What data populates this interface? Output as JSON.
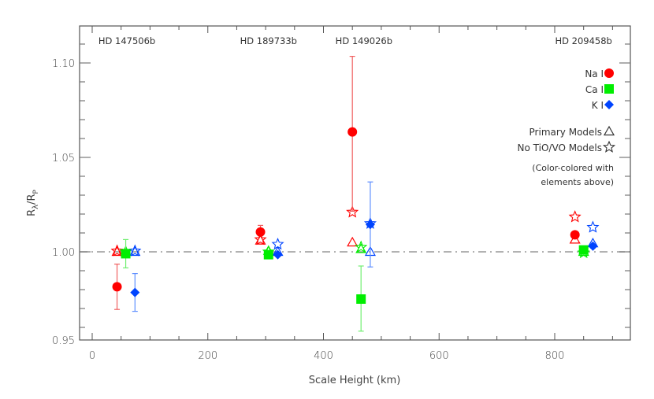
{
  "chart_data": {
    "type": "scatter",
    "title": "",
    "xlabel": "Scale Height (km)",
    "ylabel": "R_λ/R_P",
    "xlim": [
      -30,
      955
    ],
    "ylim": [
      0.95,
      1.12
    ],
    "x_ticks": [
      0,
      200,
      400,
      600,
      800
    ],
    "x_tick_labels": [
      "0",
      "200",
      "400",
      "600",
      "800"
    ],
    "y_ticks": [
      0.95,
      1.0,
      1.05,
      1.1
    ],
    "y_tick_labels": [
      "0.95",
      "1.00",
      "1.05",
      "1.10"
    ],
    "reference_line": {
      "y": 1.0,
      "style": "dash-dot",
      "color": "#999999"
    },
    "grid": false,
    "planets": [
      {
        "name": "HD 147506b",
        "x_label": 60
      },
      {
        "name": "HD 189733b",
        "x_label": 305
      },
      {
        "name": "HD 149026b",
        "x_label": 470
      },
      {
        "name": "HD 209458b",
        "x_label": 850
      }
    ],
    "series": [
      {
        "name": "Na I",
        "marker": "circle",
        "color": "#ff0000",
        "points": [
          {
            "planet": "HD 147506b",
            "x": 43,
            "y": 0.9815,
            "yerr_low": 0.9695,
            "yerr_high": 0.9935
          },
          {
            "planet": "HD 189733b",
            "x": 291,
            "y": 1.0105,
            "yerr_low": 1.0085,
            "yerr_high": 1.014
          },
          {
            "planet": "HD 149026b",
            "x": 450,
            "y": 1.0635,
            "yerr_low": 1.0215,
            "yerr_high": 1.1035
          },
          {
            "planet": "HD 209458b",
            "x": 835,
            "y": 1.009,
            "yerr_low": 1.0075,
            "yerr_high": 1.0105
          }
        ]
      },
      {
        "name": "Ca I",
        "marker": "square",
        "color": "#00ee00",
        "points": [
          {
            "planet": "HD 147506b",
            "x": 58,
            "y": 0.999,
            "yerr_low": 0.9915,
            "yerr_high": 1.0065
          },
          {
            "planet": "HD 189733b",
            "x": 305,
            "y": 0.9985,
            "yerr_low": 0.9975,
            "yerr_high": 0.9995
          },
          {
            "planet": "HD 149026b",
            "x": 465,
            "y": 0.975,
            "yerr_low": 0.958,
            "yerr_high": 0.9925
          },
          {
            "planet": "HD 209458b",
            "x": 850,
            "y": 1.001,
            "yerr_low": 0.9995,
            "yerr_high": 1.0025
          }
        ]
      },
      {
        "name": "K I",
        "marker": "diamond",
        "color": "#0044ff",
        "points": [
          {
            "planet": "HD 147506b",
            "x": 74,
            "y": 0.9785,
            "yerr_low": 0.9685,
            "yerr_high": 0.9885
          },
          {
            "planet": "HD 189733b",
            "x": 321,
            "y": 0.9985,
            "yerr_low": 0.998,
            "yerr_high": 0.999
          },
          {
            "planet": "HD 149026b",
            "x": 481,
            "y": 1.0145,
            "yerr_low": 0.992,
            "yerr_high": 1.037
          },
          {
            "planet": "HD 209458b",
            "x": 866,
            "y": 1.003,
            "yerr_low": 1.002,
            "yerr_high": 1.004
          }
        ]
      }
    ],
    "model_series": [
      {
        "name": "Primary Models",
        "marker": "open-triangle",
        "points": [
          {
            "element": "Na I",
            "x": 43,
            "y": 1.0,
            "color": "#ff0000"
          },
          {
            "element": "Ca I",
            "x": 58,
            "y": 1.0,
            "color": "#00ee00"
          },
          {
            "element": "K I",
            "x": 74,
            "y": 1.0,
            "color": "#0044ff"
          },
          {
            "element": "Na I",
            "x": 291,
            "y": 1.006,
            "color": "#ff0000"
          },
          {
            "element": "Ca I",
            "x": 305,
            "y": 1.0005,
            "color": "#00ee00"
          },
          {
            "element": "K I",
            "x": 321,
            "y": 1.0,
            "color": "#0044ff"
          },
          {
            "element": "Na I",
            "x": 450,
            "y": 1.005,
            "color": "#ff0000"
          },
          {
            "element": "Ca I",
            "x": 465,
            "y": 1.0015,
            "color": "#00ee00"
          },
          {
            "element": "K I",
            "x": 481,
            "y": 1.0,
            "color": "#0044ff"
          },
          {
            "element": "Na I",
            "x": 835,
            "y": 1.0065,
            "color": "#ff0000"
          },
          {
            "element": "Ca I",
            "x": 850,
            "y": 1.0,
            "color": "#00ee00"
          },
          {
            "element": "K I",
            "x": 866,
            "y": 1.0045,
            "color": "#0044ff"
          }
        ]
      },
      {
        "name": "No TiO/VO Models",
        "marker": "open-star",
        "points": [
          {
            "element": "Na I",
            "x": 43,
            "y": 1.0005,
            "color": "#ff0000"
          },
          {
            "element": "Ca I",
            "x": 58,
            "y": 1.0,
            "color": "#00ee00"
          },
          {
            "element": "K I",
            "x": 74,
            "y": 1.0005,
            "color": "#0044ff"
          },
          {
            "element": "Na I",
            "x": 291,
            "y": 1.0065,
            "color": "#ff0000"
          },
          {
            "element": "Ca I",
            "x": 305,
            "y": 1.0,
            "color": "#00ee00"
          },
          {
            "element": "K I",
            "x": 321,
            "y": 1.004,
            "color": "#0044ff"
          },
          {
            "element": "Na I",
            "x": 450,
            "y": 1.021,
            "color": "#ff0000"
          },
          {
            "element": "Ca I",
            "x": 465,
            "y": 1.0025,
            "color": "#00ee00"
          },
          {
            "element": "K I",
            "x": 481,
            "y": 1.015,
            "color": "#0044ff"
          },
          {
            "element": "Na I",
            "x": 835,
            "y": 1.0185,
            "color": "#ff0000"
          },
          {
            "element": "Ca I",
            "x": 850,
            "y": 0.9995,
            "color": "#00ee00"
          },
          {
            "element": "K I",
            "x": 866,
            "y": 1.013,
            "color": "#0044ff"
          }
        ]
      }
    ],
    "legend": {
      "position": "upper-right",
      "entries": [
        {
          "label": "Na I",
          "marker": "circle",
          "color": "#ff0000"
        },
        {
          "label": "Ca I",
          "marker": "square",
          "color": "#00ee00"
        },
        {
          "label": "K I",
          "marker": "diamond",
          "color": "#0044ff"
        },
        {
          "label": "Primary Models",
          "marker": "open-triangle",
          "color": "#333333"
        },
        {
          "label": "No TiO/VO Models",
          "marker": "open-star",
          "color": "#333333"
        }
      ],
      "note_lines": [
        "(Color-colored with",
        "elements above)"
      ]
    }
  }
}
